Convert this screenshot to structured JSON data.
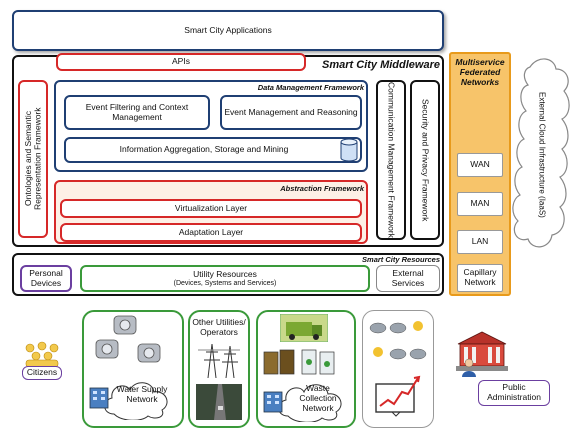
{
  "top": {
    "smart_city_applications": "Smart City Applications"
  },
  "middleware": {
    "title": "Smart City Middleware",
    "apis": "APIs",
    "ontologies": "Ontologies and Semantic Representation Framework",
    "dmf_title": "Data Management Framework",
    "event_filtering": "Event Filtering and Context Management",
    "event_management": "Event Management and Reasoning",
    "info_aggregation": "Information Aggregation, Storage and Mining",
    "abstraction_title": "Abstraction Framework",
    "virtualization": "Virtualization Layer",
    "adaptation": "Adaptation Layer",
    "communication": "Communication Management Framework",
    "security": "Security and Privacy Framework"
  },
  "networks": {
    "title": "Multiservice Federated Networks",
    "wan": "WAN",
    "man": "MAN",
    "lan": "LAN",
    "capillary": "Capillary Network"
  },
  "cloud": {
    "label": "External Cloud Infrastructure (IaaS)"
  },
  "resources": {
    "title": "Smart City Resources",
    "personal_devices": "Personal Devices",
    "utility_resources": "Utility Resources",
    "utility_sub": "(Devices, Systems and Services)",
    "external_services": "External Services"
  },
  "bottom": {
    "citizens": "Citizens",
    "water_supply": "Water Supply Network",
    "other_utilities": "Other Utilities/ Operators",
    "waste_collection": "Waste Collection Network",
    "public_administration": "Public Administration"
  },
  "colors": {
    "blue_border": "#1f3f73",
    "red_border": "#d62828",
    "green_border": "#3a9a3a",
    "purple_border": "#6b3fa0",
    "network_fill": "#f7c46a",
    "network_border": "#e89a1b"
  }
}
